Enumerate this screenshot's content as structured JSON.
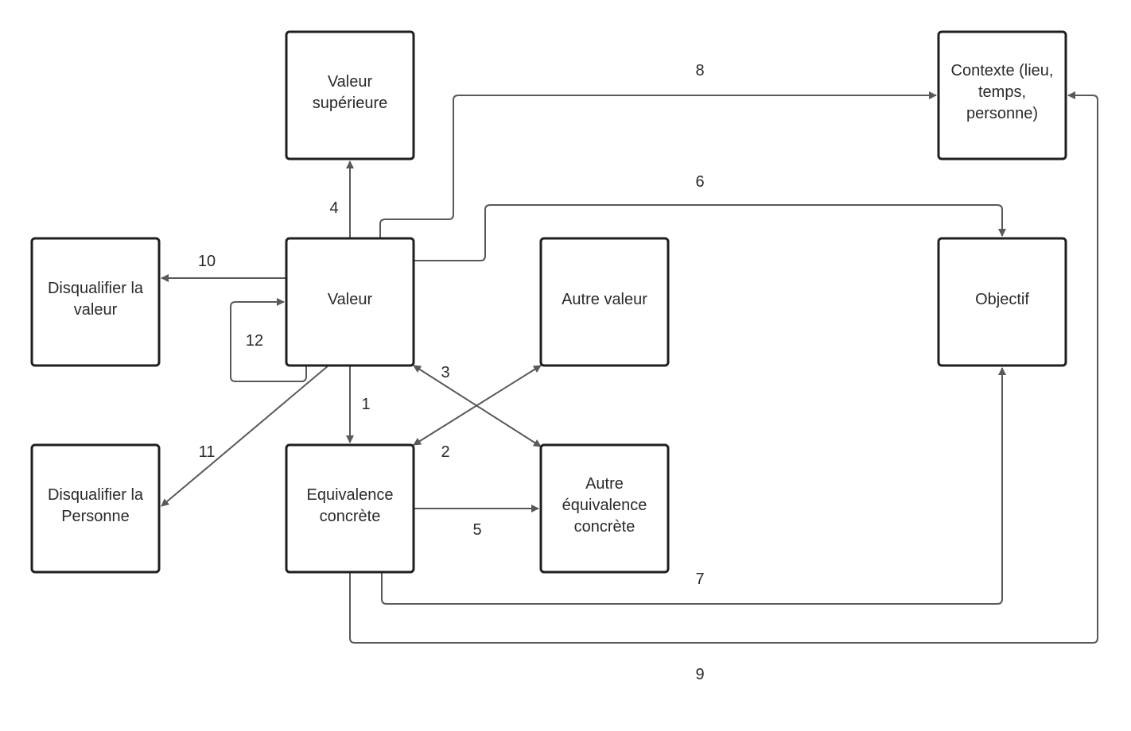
{
  "colors": {
    "node_border": "#1f1f1f",
    "edge": "#595959",
    "text": "#2a2a2a",
    "background": "#ffffff"
  },
  "nodes": {
    "valeur_superieure": [
      "Valeur",
      "supérieure"
    ],
    "contexte": [
      "Contexte (lieu,",
      "temps,",
      "personne)"
    ],
    "disqualifier_valeur": [
      "Disqualifier la",
      "valeur"
    ],
    "valeur": [
      "Valeur"
    ],
    "autre_valeur": [
      "Autre valeur"
    ],
    "objectif": [
      "Objectif"
    ],
    "disqualifier_personne": [
      "Disqualifier la",
      "Personne"
    ],
    "equivalence_concrete": [
      "Equivalence",
      "concrète"
    ],
    "autre_equivalence": [
      "Autre",
      "équivalence",
      "concrète"
    ]
  },
  "edges": {
    "e1": "1",
    "e2": "2",
    "e3": "3",
    "e4": "4",
    "e5": "5",
    "e6": "6",
    "e7": "7",
    "e8": "8",
    "e9": "9",
    "e10": "10",
    "e11": "11",
    "e12": "12"
  }
}
